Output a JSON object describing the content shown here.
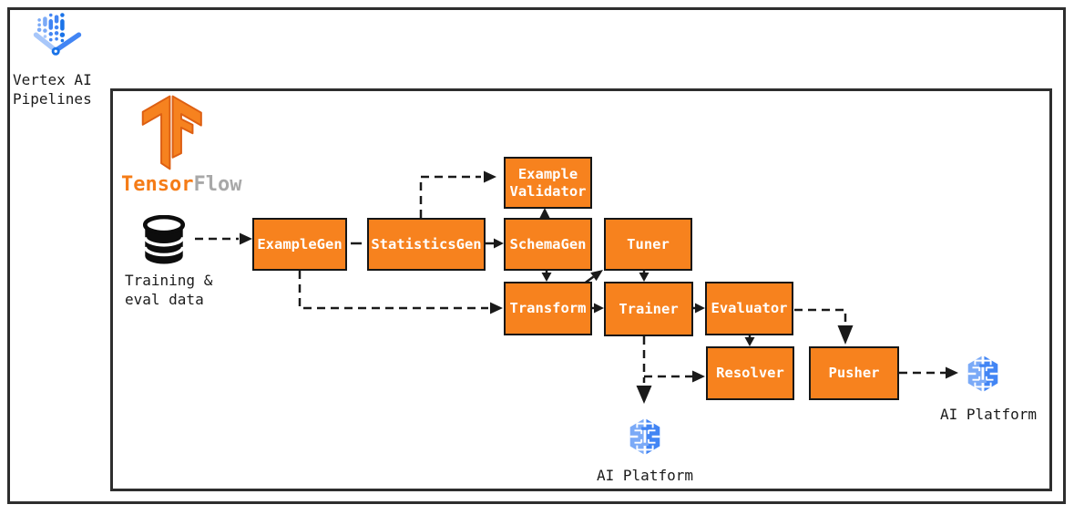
{
  "labels": {
    "vertex_ai": "Vertex AI\nPipelines",
    "training_data": "Training &\neval data",
    "ai_platform_bottom": "AI Platform",
    "ai_platform_right": "AI Platform"
  },
  "tensorflow": {
    "orange": "Tensor",
    "gray": "Flow"
  },
  "nodes": [
    {
      "id": "example-gen",
      "label": "ExampleGen"
    },
    {
      "id": "statistics-gen",
      "label": "StatisticsGen"
    },
    {
      "id": "example-validator",
      "label": "Example\nValidator"
    },
    {
      "id": "schema-gen",
      "label": "SchemaGen"
    },
    {
      "id": "tuner",
      "label": "Tuner"
    },
    {
      "id": "transform",
      "label": "Transform"
    },
    {
      "id": "trainer",
      "label": "Trainer"
    },
    {
      "id": "evaluator",
      "label": "Evaluator"
    },
    {
      "id": "resolver",
      "label": "Resolver"
    },
    {
      "id": "pusher",
      "label": "Pusher"
    }
  ],
  "icons": {
    "vertex": "vertex-ai-pipelines-icon",
    "tensorflow": "tensorflow-logo",
    "database": "database-icon",
    "ai_platform": "ai-platform-icon"
  },
  "colors": {
    "node_fill": "#F7821E",
    "node_border": "#161616",
    "edge": "#1A1A1A",
    "frame": "#2E2E2E",
    "tf_orange": "#F57C17",
    "tf_wordmark_gray": "#A8A8A8",
    "google_blue": "#4285F4",
    "google_blue_light": "#7BAAF7",
    "google_blue_pale": "#A8C7FA",
    "google_blue_dark": "#1A73E8"
  },
  "connections": [
    {
      "from": "Training & eval data",
      "to": "ExampleGen",
      "style": "dashed"
    },
    {
      "from": "ExampleGen",
      "to": "StatisticsGen",
      "style": "dashed"
    },
    {
      "from": "ExampleGen",
      "to": "Transform",
      "style": "dashed"
    },
    {
      "from": "StatisticsGen",
      "to": "SchemaGen",
      "style": "solid"
    },
    {
      "from": "StatisticsGen",
      "to": "Example Validator",
      "style": "dashed"
    },
    {
      "from": "SchemaGen",
      "to": "Example Validator",
      "style": "solid"
    },
    {
      "from": "SchemaGen",
      "to": "Transform",
      "style": "solid"
    },
    {
      "from": "Transform",
      "to": "Tuner",
      "style": "solid"
    },
    {
      "from": "Transform",
      "to": "Trainer",
      "style": "solid"
    },
    {
      "from": "Tuner",
      "to": "Trainer",
      "style": "solid"
    },
    {
      "from": "Trainer",
      "to": "Evaluator",
      "style": "solid"
    },
    {
      "from": "Trainer",
      "to": "Resolver",
      "style": "dashed"
    },
    {
      "from": "Trainer",
      "to": "AI Platform",
      "style": "dashed"
    },
    {
      "from": "Evaluator",
      "to": "Resolver",
      "style": "solid"
    },
    {
      "from": "Evaluator",
      "to": "Pusher",
      "style": "dashed"
    },
    {
      "from": "Pusher",
      "to": "AI Platform",
      "style": "dashed"
    }
  ]
}
